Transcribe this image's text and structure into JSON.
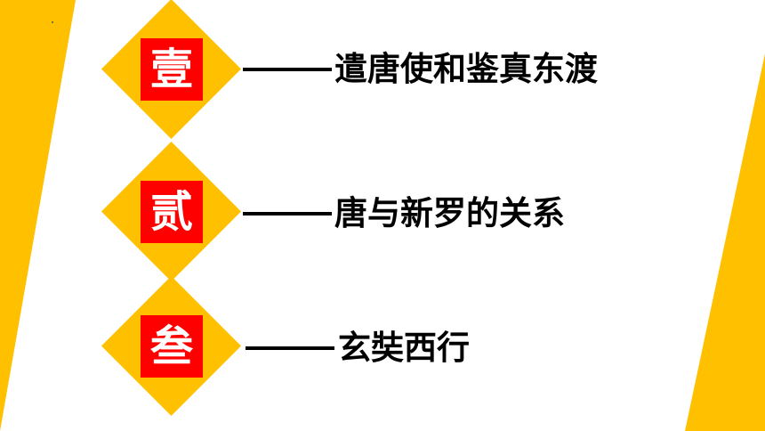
{
  "theme": {
    "accent": "#ffc000",
    "badge_color": "#ff0000",
    "text_color": "#000000",
    "background": "#ffffff"
  },
  "items": [
    {
      "numeral": "壹",
      "dash": "——",
      "title": "遣唐使和鉴真东渡"
    },
    {
      "numeral": "贰",
      "dash": "——",
      "title": "唐与新罗的关系"
    },
    {
      "numeral": "叁",
      "dash": "——",
      "title": "玄奘西行"
    }
  ]
}
